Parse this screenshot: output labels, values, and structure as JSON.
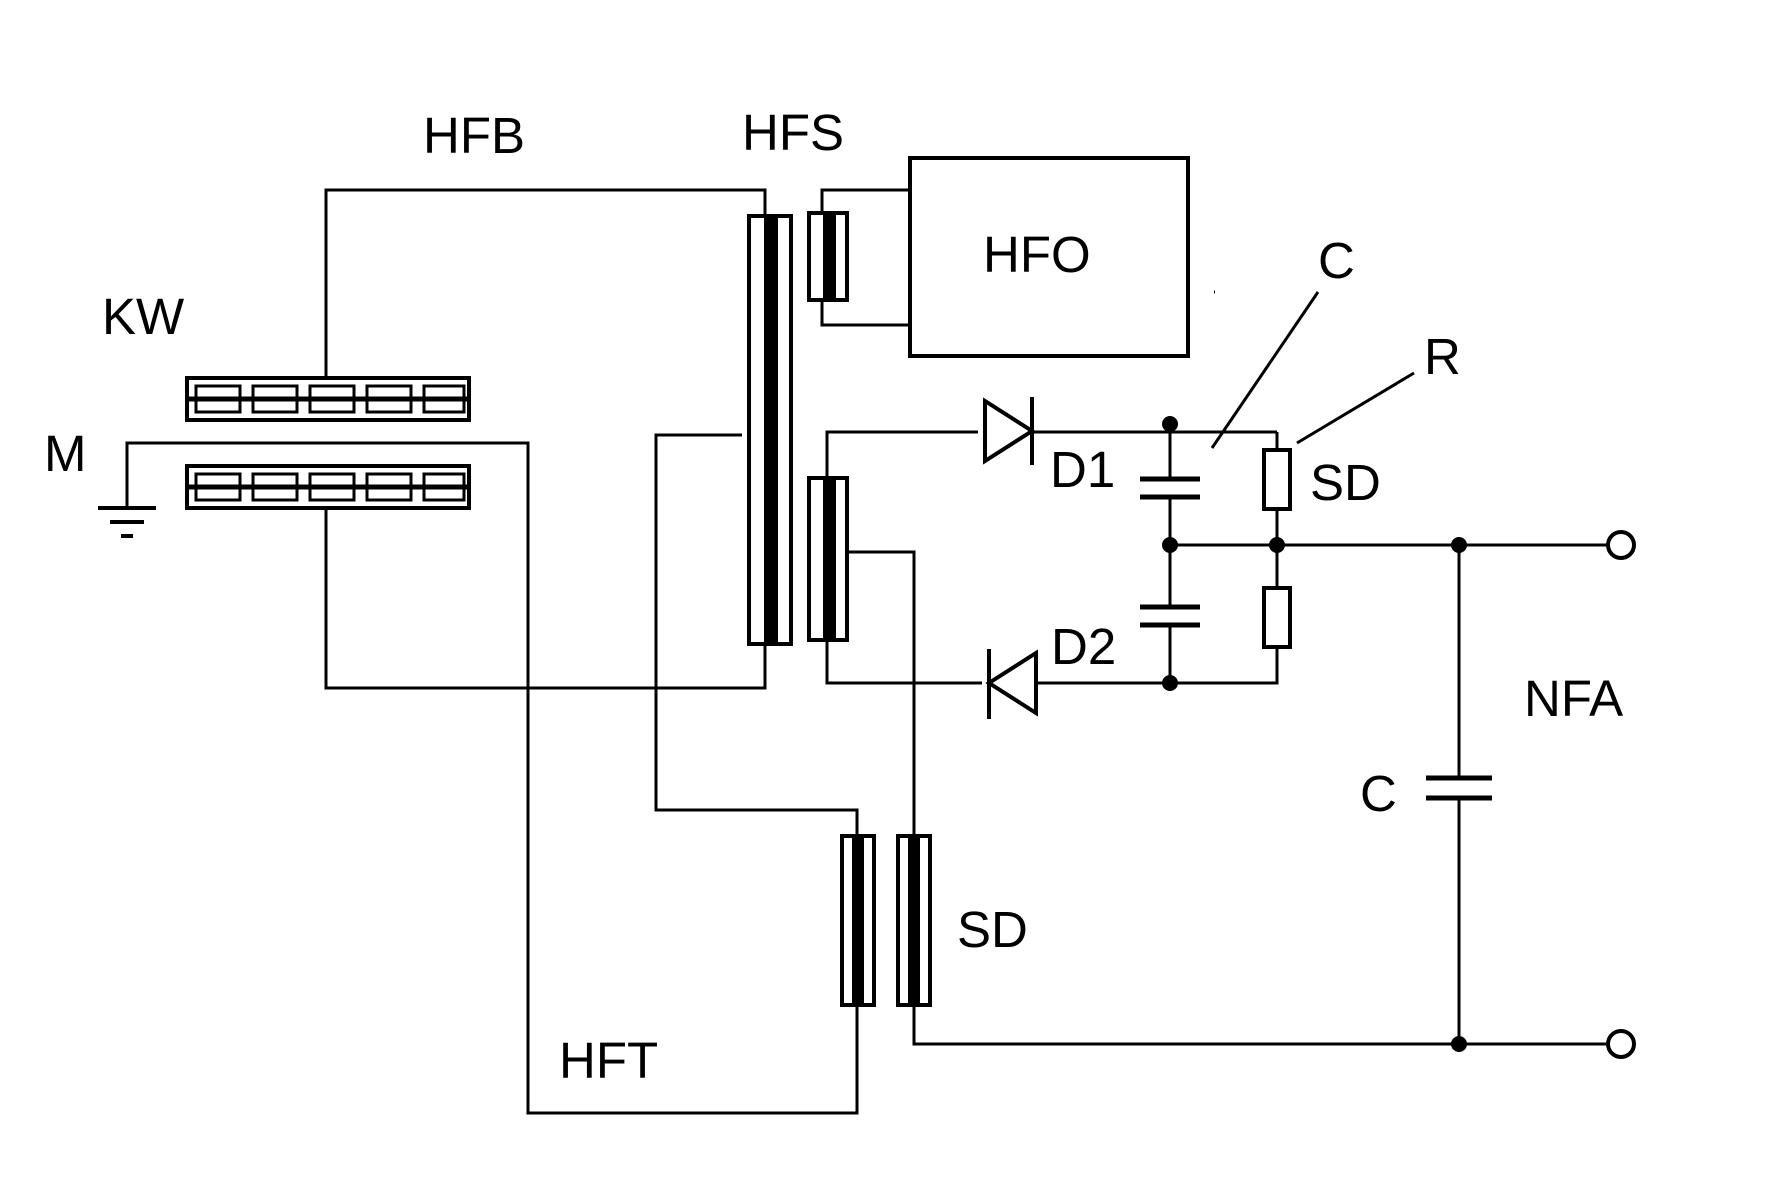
{
  "labels": {
    "hfb": "HFB",
    "hfs": "HFS",
    "hfo": "HFO",
    "kw": "KW",
    "m": "M",
    "c_top": "C",
    "r": "R",
    "sd_resistor": "SD",
    "d1": "D1",
    "d2": "D2",
    "nfa": "NFA",
    "c_output": "C",
    "sd_choke": "SD",
    "hft": "HFT"
  },
  "colors": {
    "ink": "#000000",
    "paper": "#ffffff"
  }
}
